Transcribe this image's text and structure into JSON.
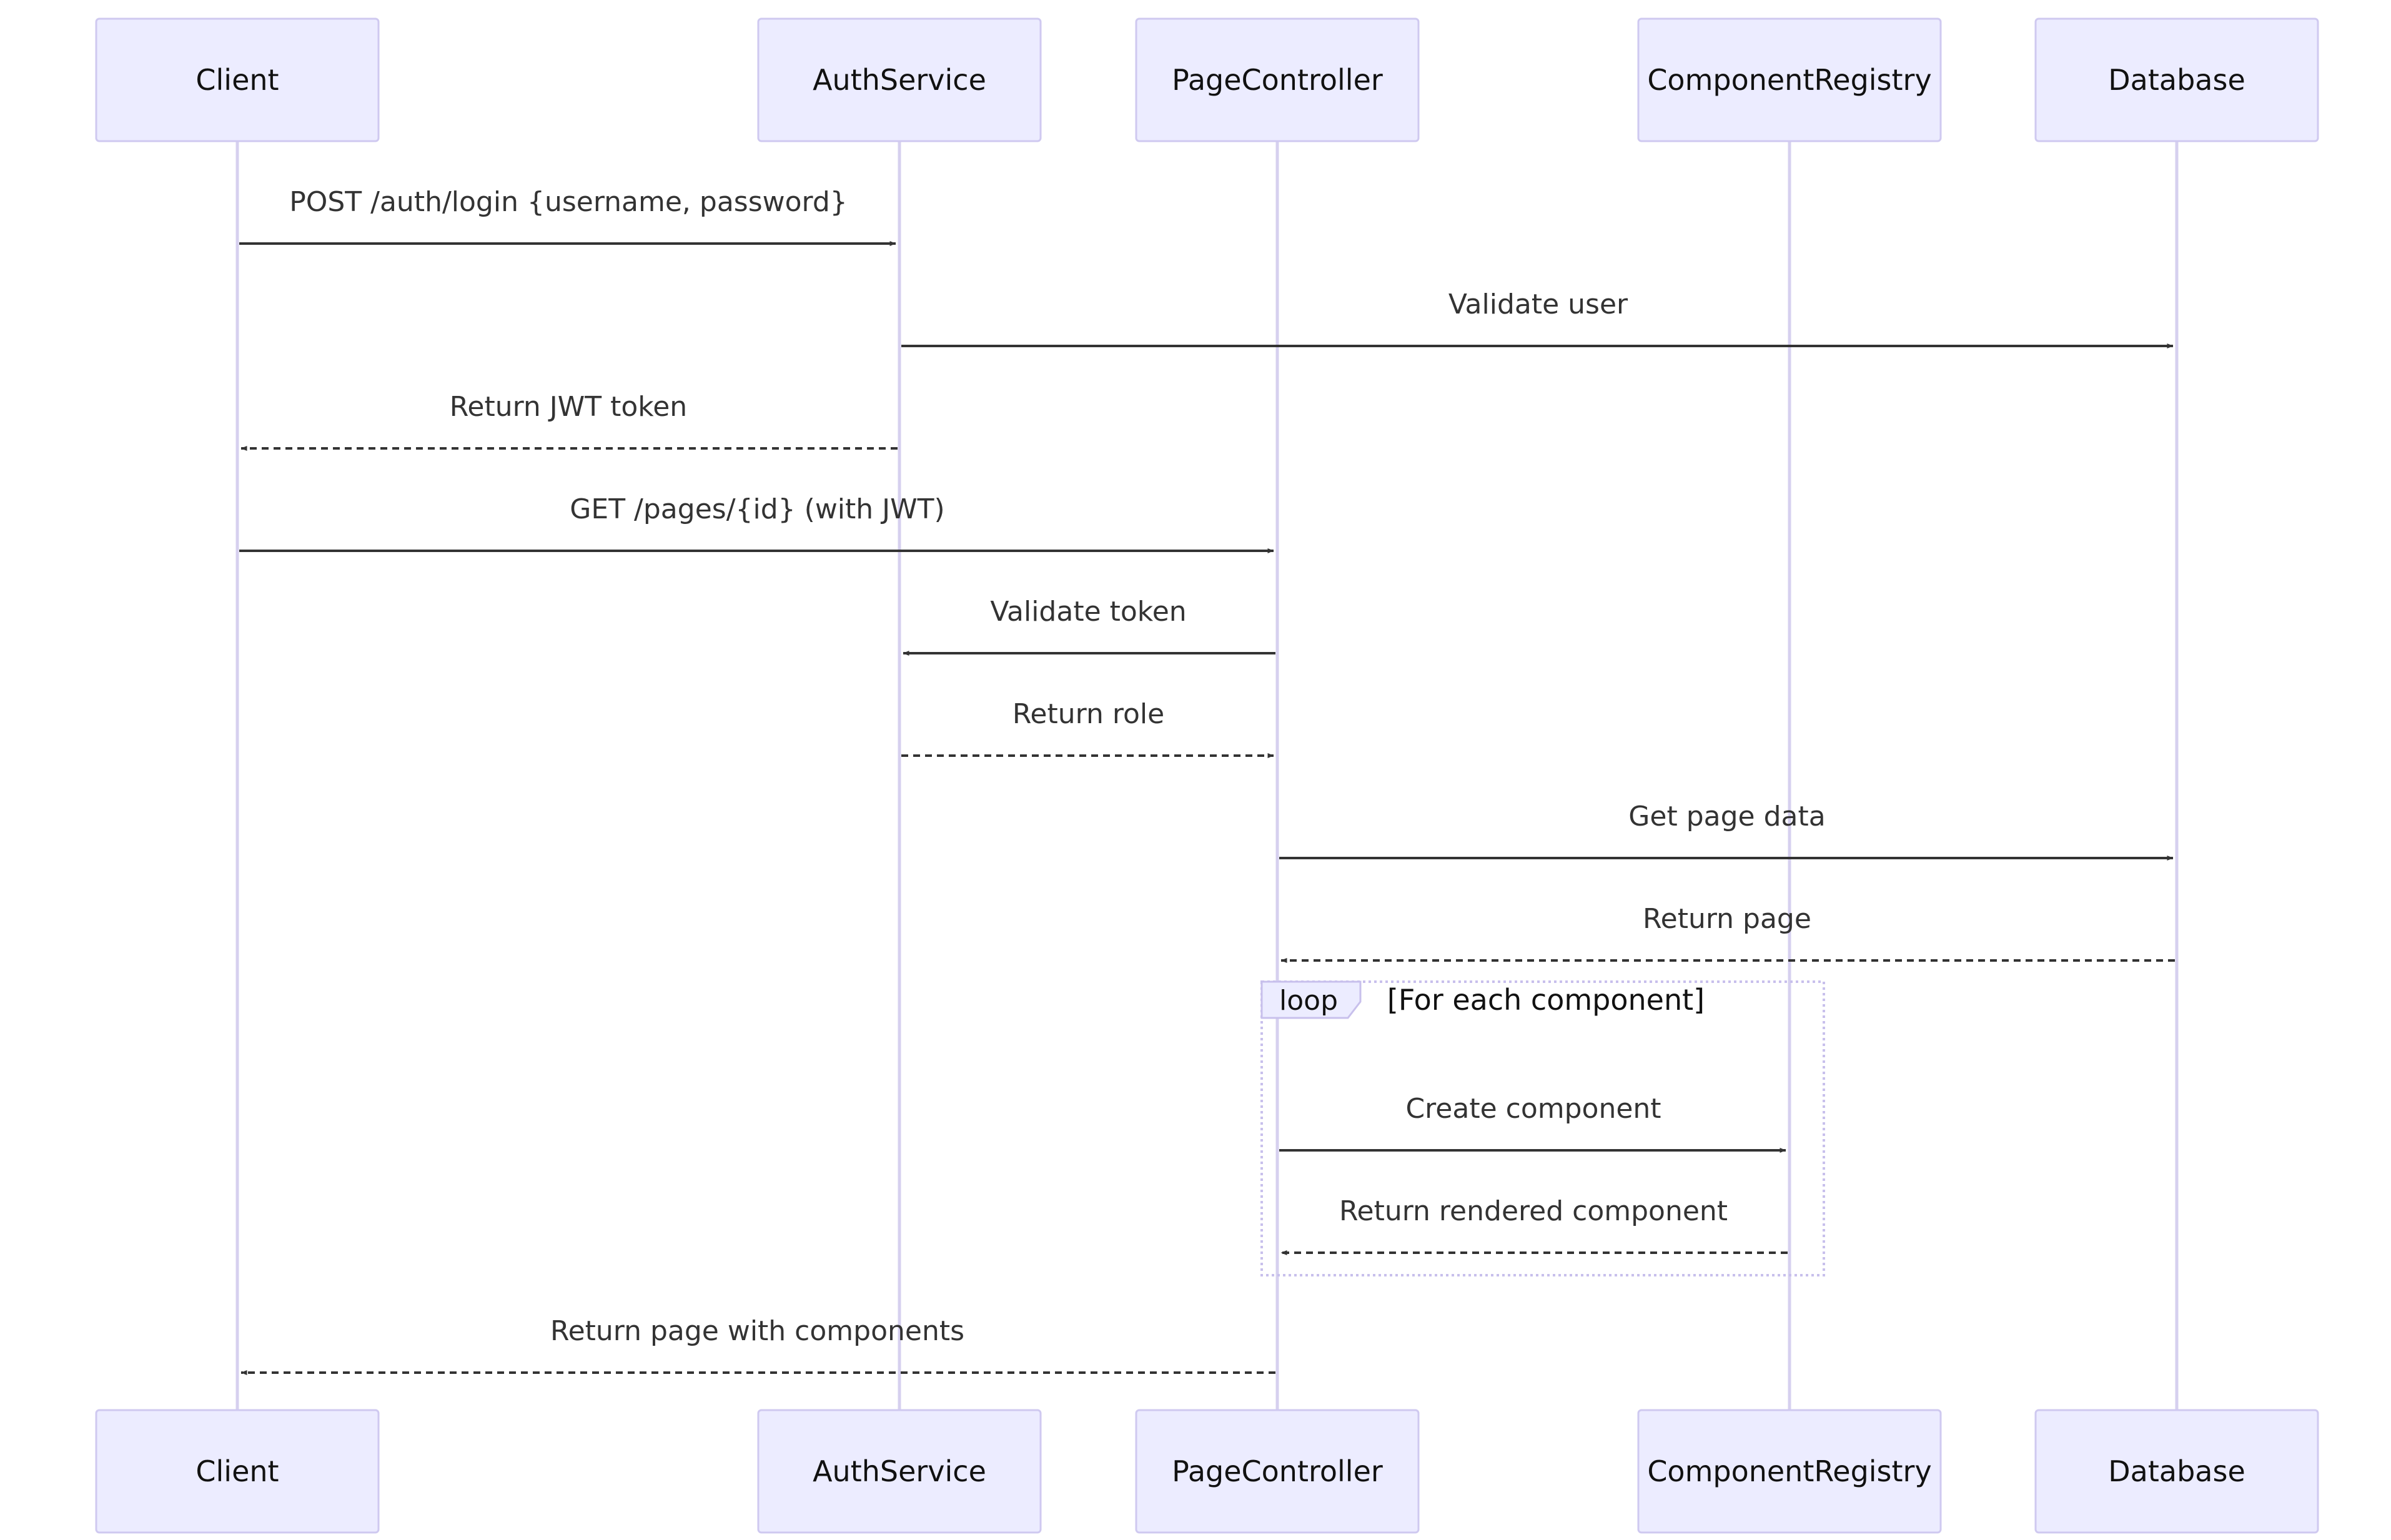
{
  "actors": [
    {
      "id": "client",
      "label": "Client"
    },
    {
      "id": "auth",
      "label": "AuthService"
    },
    {
      "id": "page",
      "label": "PageController"
    },
    {
      "id": "registry",
      "label": "ComponentRegistry"
    },
    {
      "id": "db",
      "label": "Database"
    }
  ],
  "messages": [
    {
      "from": "client",
      "to": "auth",
      "label": "POST /auth/login {username, password}",
      "style": "solid"
    },
    {
      "from": "auth",
      "to": "db",
      "label": "Validate user",
      "style": "solid"
    },
    {
      "from": "auth",
      "to": "client",
      "label": "Return JWT token",
      "style": "dashed"
    },
    {
      "from": "client",
      "to": "page",
      "label": "GET /pages/{id} (with JWT)",
      "style": "solid"
    },
    {
      "from": "page",
      "to": "auth",
      "label": "Validate token",
      "style": "solid"
    },
    {
      "from": "auth",
      "to": "page",
      "label": "Return role",
      "style": "dashed"
    },
    {
      "from": "page",
      "to": "db",
      "label": "Get page data",
      "style": "solid"
    },
    {
      "from": "db",
      "to": "page",
      "label": "Return page",
      "style": "dashed"
    },
    {
      "from": "page",
      "to": "registry",
      "label": "Create component",
      "style": "solid"
    },
    {
      "from": "registry",
      "to": "page",
      "label": "Return rendered component",
      "style": "dashed"
    },
    {
      "from": "page",
      "to": "client",
      "label": "Return page with components",
      "style": "dashed"
    }
  ],
  "loop": {
    "keyword": "loop",
    "condition": "[For each component]"
  },
  "colors": {
    "actor_fill": "#ececff",
    "actor_border": "#cfc9f0",
    "lifeline": "#d6d0ef",
    "message": "#333333"
  }
}
